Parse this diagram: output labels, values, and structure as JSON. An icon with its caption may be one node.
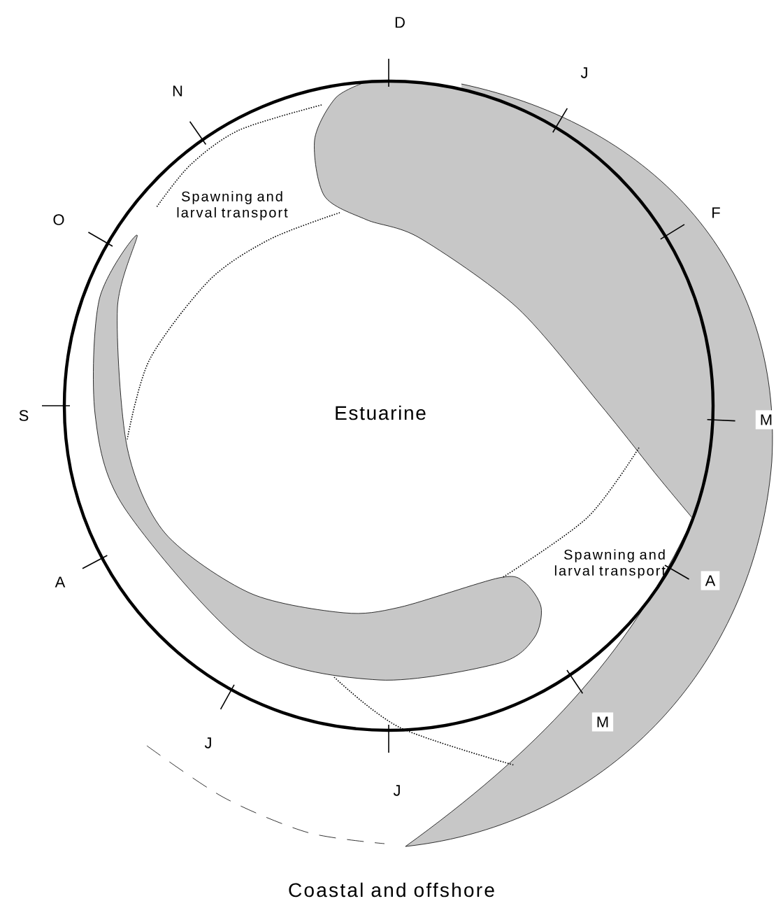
{
  "diagram": {
    "labels": [
      "D",
      "J",
      "F",
      "M",
      "A",
      "M",
      "J",
      "J",
      "A",
      "S",
      "O",
      "N",
      "Spawning and larval transport",
      "Estuarine",
      "Spawning and larval transport",
      "Coastal and offshore"
    ]
  }
}
